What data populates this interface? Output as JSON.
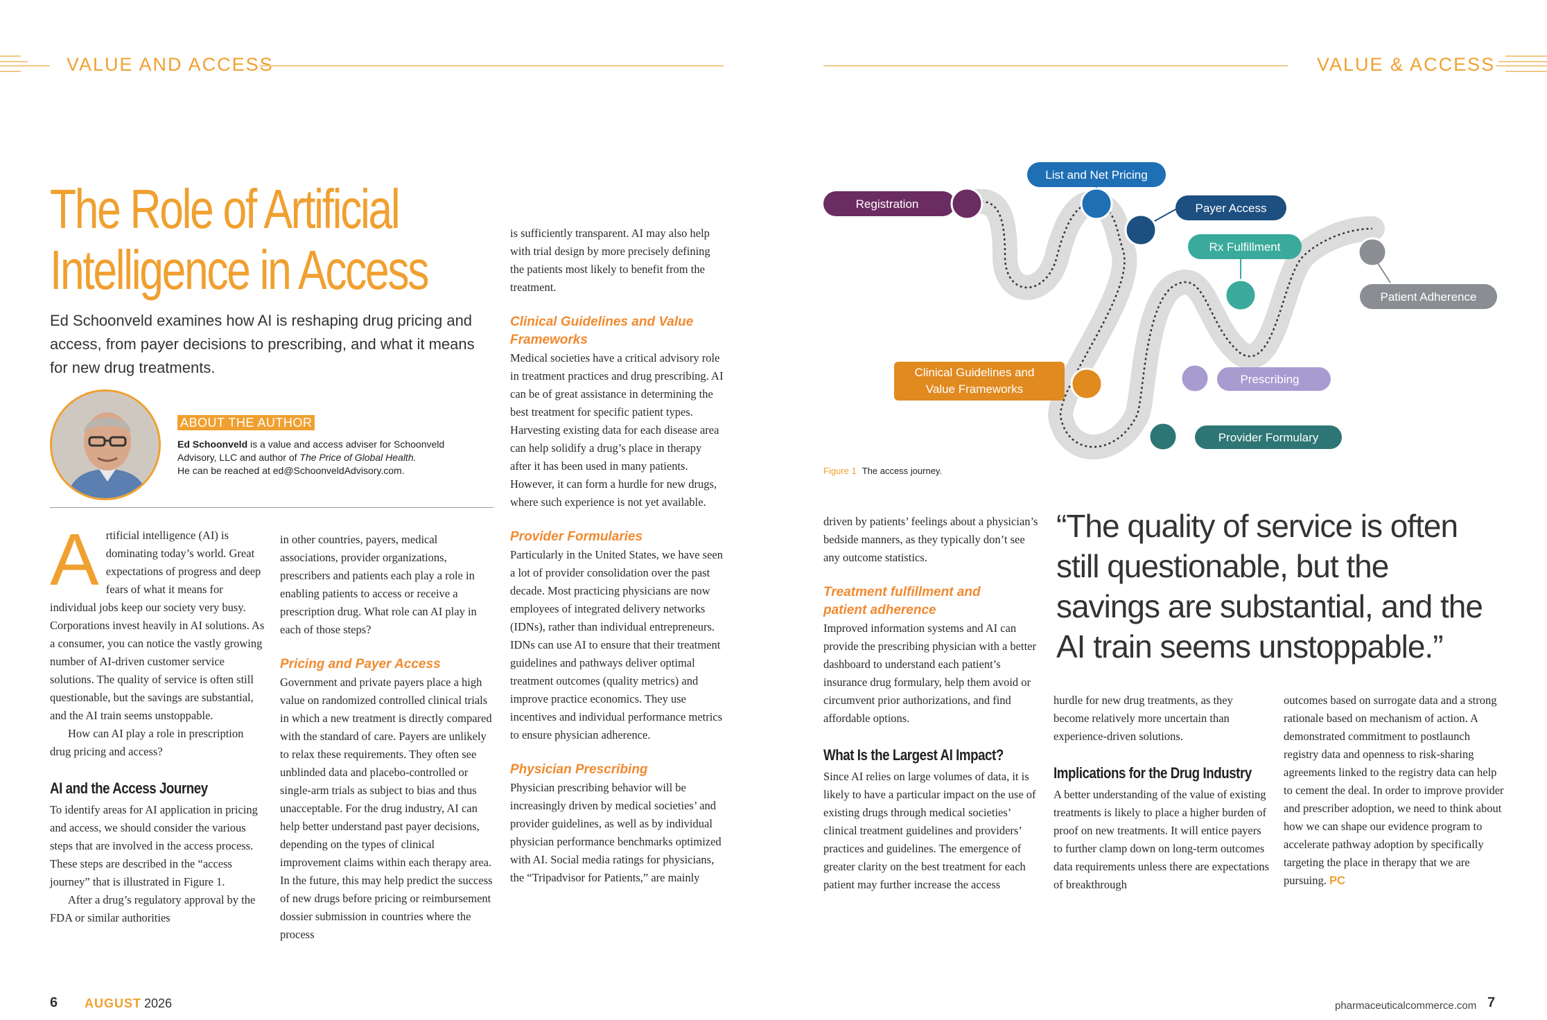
{
  "left_header": "VALUE AND ACCESS",
  "right_header": "VALUE & ACCESS",
  "title_line1": "The  Role of Artificial",
  "title_line2": "Intelligence in Access",
  "dek": "Ed Schoonveld examines how AI is reshaping drug pricing and access, from payer decisions to prescribing, and what it means for new drug treatments.",
  "author": {
    "label": "ABOUT THE AUTHOR",
    "name": "Ed Schoonveld",
    "bio_part1": " is a value and access adviser for Schoonveld Advisory, LLC and author of ",
    "book": "The Price of Global Health.",
    "bio_part2": "He can be reached at ed@SchoonveldAdvisory.com."
  },
  "col1": {
    "dropcap": "A",
    "p1": "rtificial intelligence (AI) is dominating today’s world. Great expectations of progress and deep fears of what it means for individual jobs keep our society very busy. Corporations invest heavily in AI solutions. As a consumer, you can notice the vastly growing number of AI-driven customer service solutions. The quality of service is often still questionable, but the savings are substantial, and the AI train seems unstoppable.",
    "p2": "How can AI play a role in prescription drug pricing and access?",
    "head1": "AI and the Access Journey",
    "p3": "To identify areas for AI application in pricing and access, we should consider the various steps that are involved in the access process. These steps are described in the “access journey” that is illustrated in Figure 1.",
    "p4": "After a drug’s regulatory approval by the FDA or similar authorities"
  },
  "col2": {
    "p1": "in other countries, payers, medical associations, provider organizations, prescribers and patients each play a role in enabling patients to access or receive a prescription drug. What role can AI play in each of those steps?",
    "sub1": "Pricing and Payer Access",
    "p2": "Government and private payers place a high value on randomized controlled clinical trials in which a new treatment is directly compared with the standard of care. Payers are unlikely to relax these requirements. They often see unblinded data and placebo-controlled or single-arm trials as subject to bias and thus unacceptable. For the drug industry, AI can help better understand past payer decisions, depending on the types of clinical improvement claims within each therapy area. In the future, this may help predict the success of new drugs before pricing or reimbursement dossier submission in countries where the process"
  },
  "col3": {
    "p1": "is sufficiently transparent. AI may also help with trial design by more precisely defining the patients most likely to benefit from the treatment.",
    "sub1": "Clinical Guidelines and Value Frameworks",
    "p2": "Medical societies have a critical advisory role in treatment practices and drug prescribing. AI can be of great assistance in determining the best treatment for specific patient types. Harvesting existing data for each disease area can help solidify a drug’s place in therapy after it has been used in many patients. However, it can form a hurdle for new drugs, where such experience is not yet available.",
    "sub2": "Provider Formularies",
    "p3": "Particularly in the United States, we have seen a lot of provider consolidation over the past decade. Most practicing physicians are now employees of integrated delivery networks (IDNs), rather than individual entrepreneurs. IDNs can use AI to ensure that their treatment guidelines and pathways deliver optimal treatment outcomes (quality metrics) and improve practice economics. They use incentives and individual performance metrics to ensure physician adherence.",
    "sub3": "Physician Prescribing",
    "p4": "Physician prescribing behavior will be increasingly driven by medical societies’ and provider guidelines, as well as by individual physician performance benchmarks optimized with AI. Social media ratings for physicians, the “Tripadvisor for Patients,” are mainly"
  },
  "col4": {
    "p1": "driven by patients’ feelings about a physician’s bedside manners, as they typically don’t see any outcome statistics.",
    "sub1": "Treatment fulfillment and patient adherence",
    "p2": "Improved information systems and AI can provide the prescribing physician with a better dashboard to understand each patient’s insurance drug formulary, help them avoid or circumvent prior authorizations, and find affordable options.",
    "head1": "What Is the Largest AI Impact?",
    "p3": "Since AI relies on large volumes of data, it is likely to have a particular impact on the use of existing drugs through medical societies’ clinical treatment guidelines and providers’ practices and guidelines. The emergence of greater clarity on the best treatment for each patient may further increase the access"
  },
  "col5": {
    "p1": "hurdle for new drug treatments, as they become relatively more uncertain than experience-driven solutions.",
    "head1": "Implications for the Drug Industry",
    "p2": "A better understanding of the value of existing treatments is likely to place a higher burden of proof on new treatments. It will entice payers to further clamp down on long-term outcomes data requirements unless there are expectations of breakthrough"
  },
  "col6": {
    "p1": "outcomes based on surrogate data and a strong rationale based on mechanism of action. A demonstrated commitment to postlaunch registry data and openness to risk-sharing agreements linked to the registry data can help to cement the deal. In order to improve provider and prescriber adoption, we need to think about how we can shape our evidence program to accelerate pathway adoption by specifically targeting the place in therapy that we are pursuing.",
    "end_mark": "PC"
  },
  "pull_quote": "“The quality of service is often still questionable, but the savings are substantial, and the AI train seems unstoppable.”",
  "figure": {
    "caption_label": "Figure 1",
    "caption_text": "The access journey.",
    "nodes": {
      "registration": "Registration",
      "list_net": "List and Net Pricing",
      "payer_access": "Payer Access",
      "rx_fulfillment": "Rx Fulfillment",
      "patient_adherence": "Patient Adherence",
      "clinical_1": "Clinical Guidelines and",
      "clinical_2": "Value Frameworks",
      "prescribing": "Prescribing",
      "provider_formulary": "Provider Formulary"
    },
    "colors": {
      "registration": "#6B2C62",
      "list_net": "#1F6FB5",
      "payer_access": "#1D4F80",
      "rx_fulfillment": "#3AAA9C",
      "patient_adherence": "#8A8D91",
      "clinical": "#E08A20",
      "prescribing": "#A89BD0",
      "provider_formulary": "#2D7675"
    }
  },
  "footer": {
    "left_page": "6",
    "month": "AUGUST",
    "year": "2026",
    "url": "pharmaceuticalcommerce.com",
    "right_page": "7"
  }
}
